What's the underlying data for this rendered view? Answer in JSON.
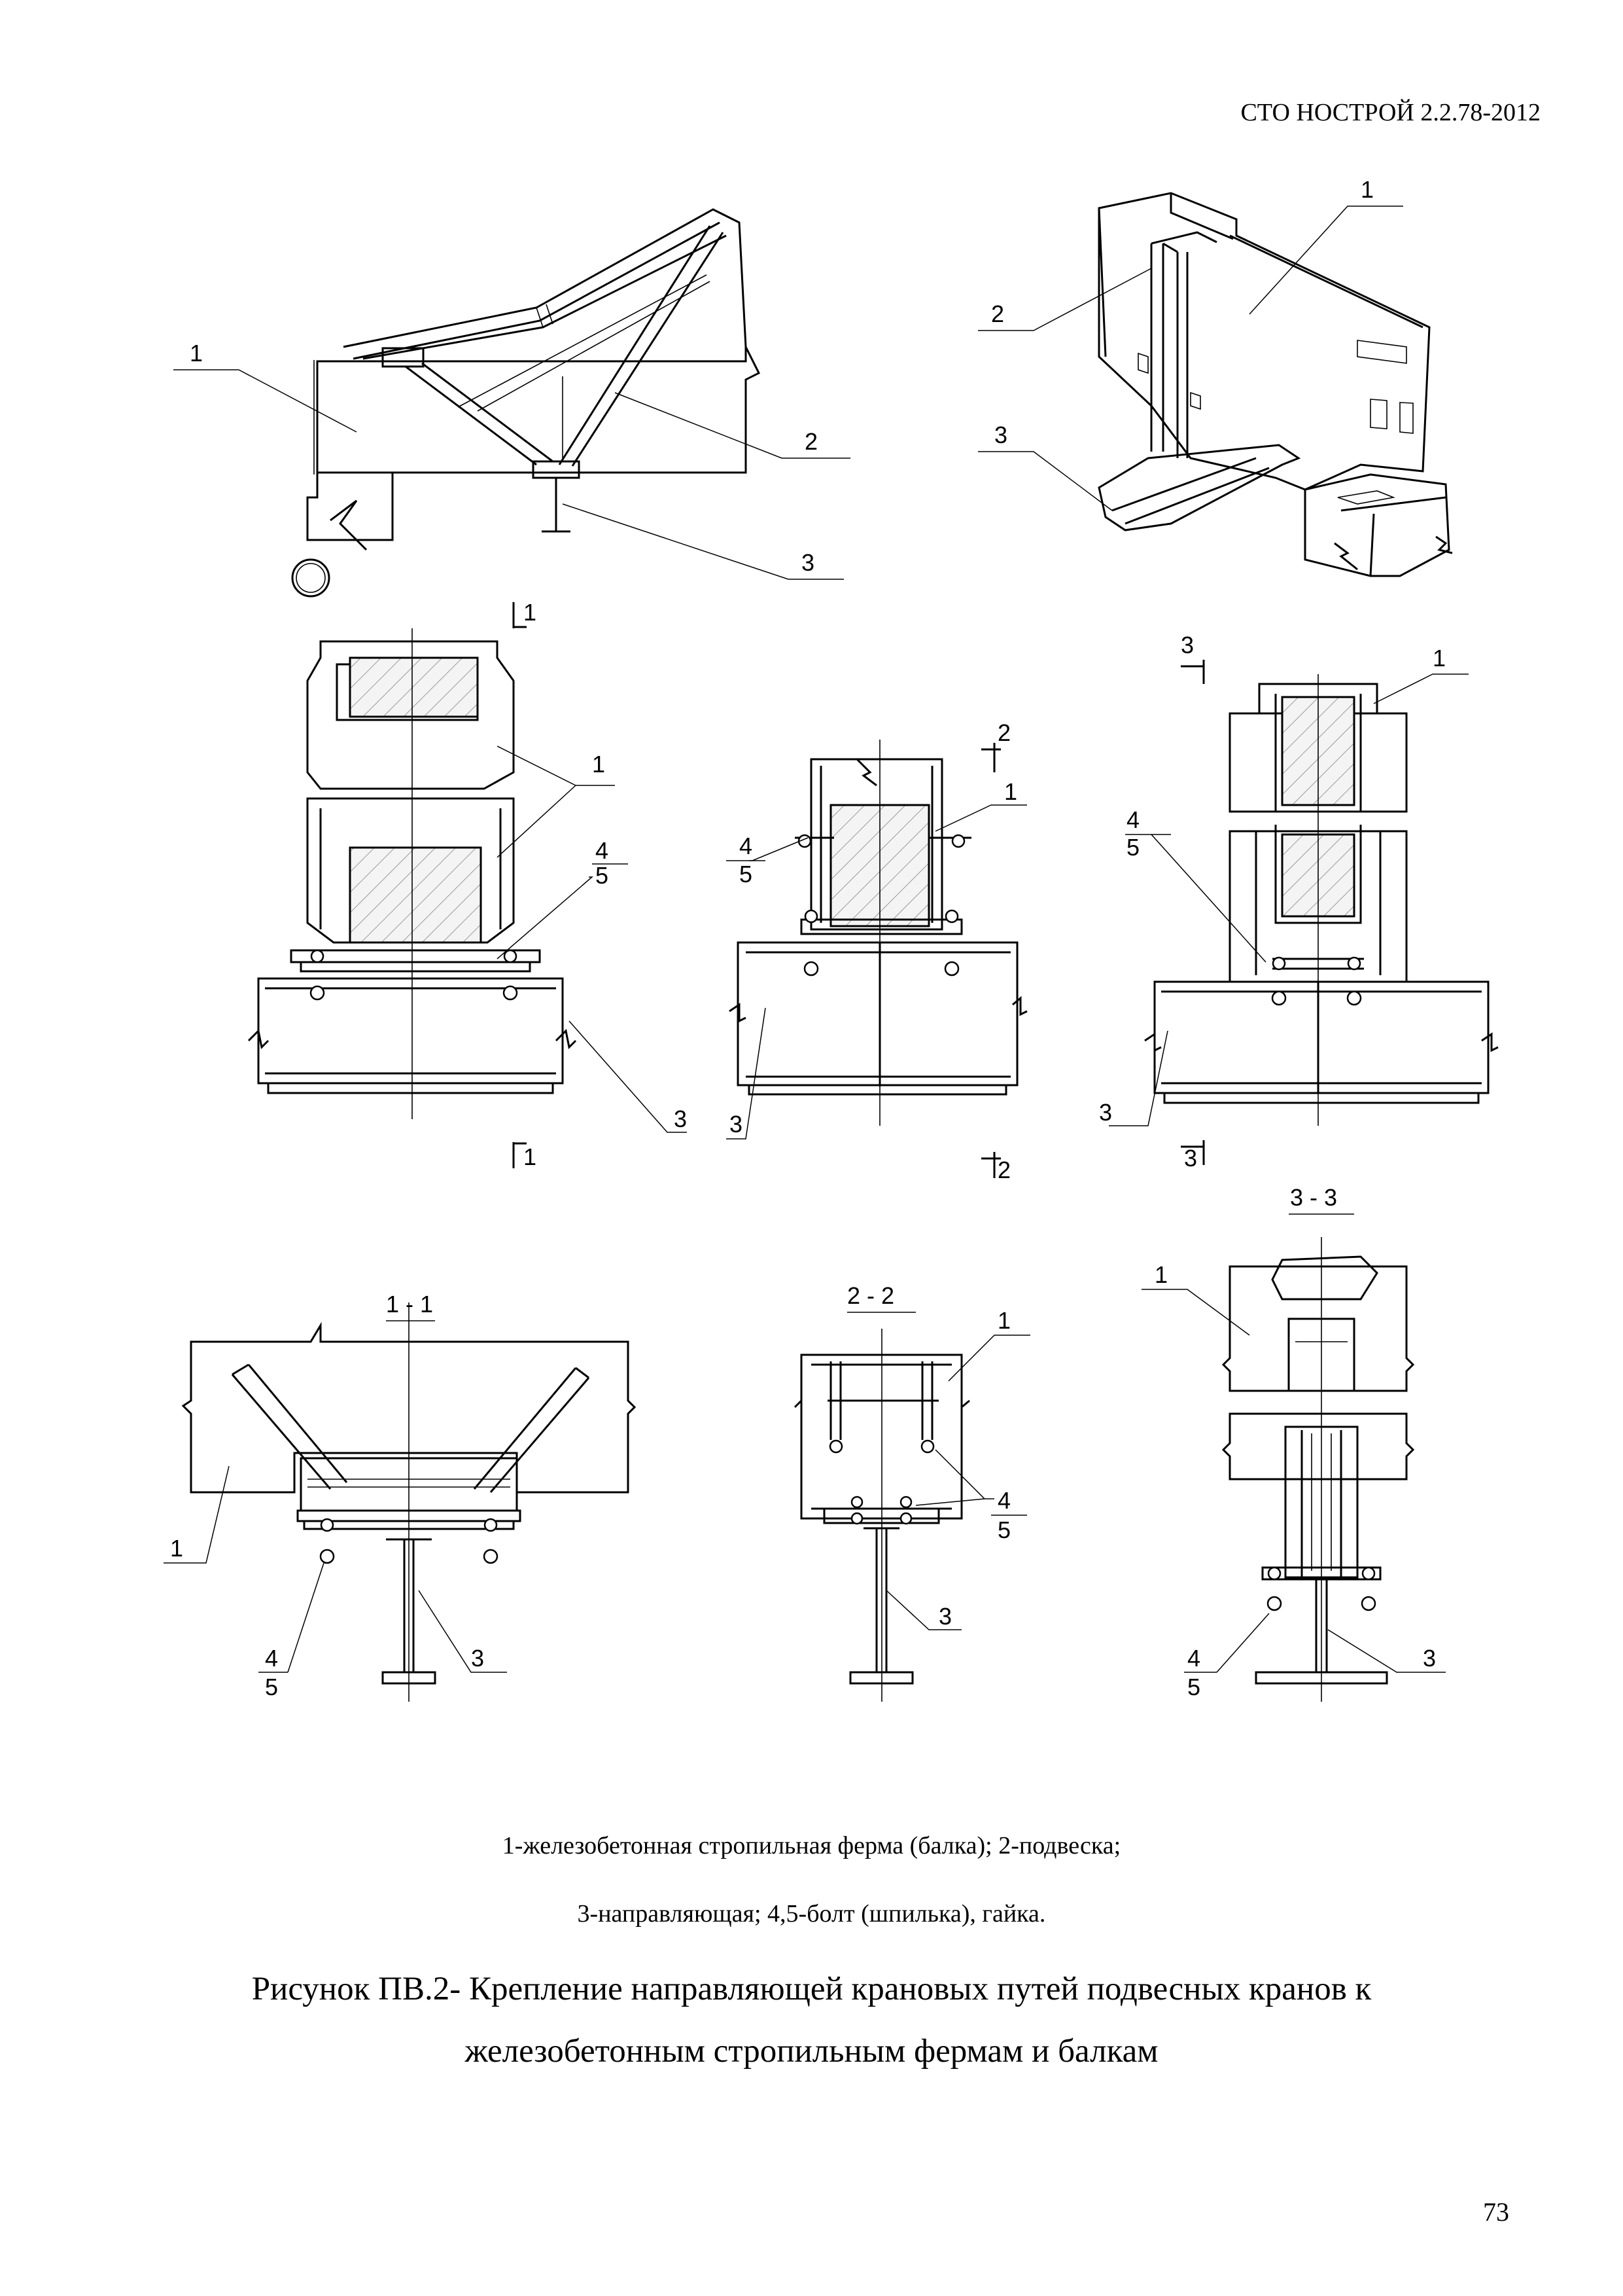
{
  "header": {
    "doc_code": "СТО НОСТРОЙ 2.2.78-2012"
  },
  "callouts": {
    "n1": "1",
    "n2": "2",
    "n3": "3",
    "n4": "4",
    "n5": "5"
  },
  "sections": {
    "s1": "1",
    "s2": "2",
    "s3": "3",
    "title_1_1": "1 - 1",
    "title_2_2": "2 - 2",
    "title_3_3": "3 - 3"
  },
  "legend": {
    "line1": "1-железобетонная стропильная ферма (балка); 2-подвеска;",
    "line2": "3-направляющая; 4,5-болт (шпилька), гайка."
  },
  "caption": {
    "line1": "Рисунок ПВ.2- Крепление направляющей крановых путей подвесных кранов к",
    "line2": "железобетонным стропильным фермам и балкам"
  },
  "page_number": "73"
}
